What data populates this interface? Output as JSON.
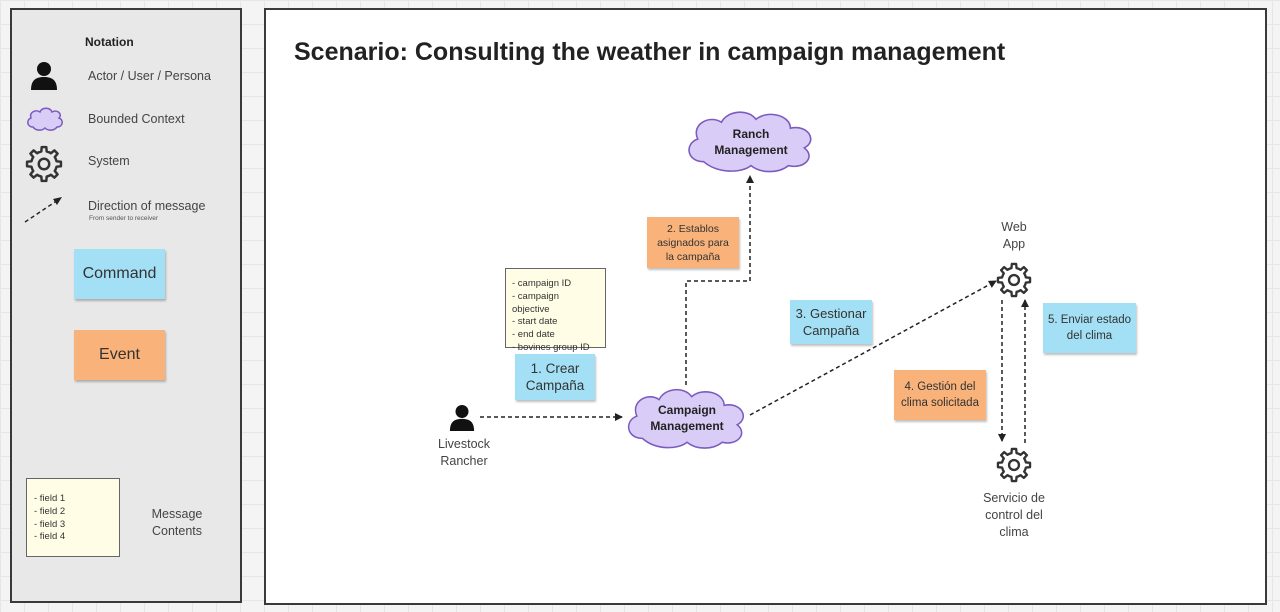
{
  "legend": {
    "title": "Notation",
    "actor": "Actor / User / Persona",
    "bounded_context": "Bounded Context",
    "system": "System",
    "direction": "Direction of message",
    "direction_sub": "From sender to receiver",
    "command": "Command",
    "event": "Event",
    "message_fields": [
      "- field 1",
      "- field 2",
      "- field 3",
      "- field 4"
    ],
    "message_contents": [
      "Message",
      "Contents"
    ]
  },
  "diagram": {
    "title": "Scenario: Consulting the weather in campaign management",
    "actor_label": [
      "Livestock",
      "Rancher"
    ],
    "campaign_context": [
      "Campaign",
      "Management"
    ],
    "ranch_context": [
      "Ranch",
      "Management"
    ],
    "web_app_label": [
      "Web",
      "App"
    ],
    "weather_service_label": [
      "Servicio de",
      "control del",
      "clima"
    ],
    "message_fields": [
      "- campaign ID",
      "- campaign objective",
      "- start date",
      "- end date",
      "- bovines group ID"
    ],
    "step1": [
      "1. Crear",
      "Campaña"
    ],
    "step2": [
      "2. Establos",
      "asignados para",
      "la campaña"
    ],
    "step3": [
      "3. Gestionar",
      "Campaña"
    ],
    "step4": [
      "4. Gestión del",
      "clima solicitada"
    ],
    "step5": [
      "5. Enviar estado",
      "del clima"
    ]
  },
  "colors": {
    "command": "#a3e0f5",
    "event": "#f8b27a",
    "bounded_context": "#d9ccf7",
    "bounded_context_border": "#7b5bbf",
    "message": "#fffde6"
  },
  "icons": {
    "actor": "person-icon",
    "bounded_context": "cloud-icon",
    "system": "gear-icon"
  }
}
